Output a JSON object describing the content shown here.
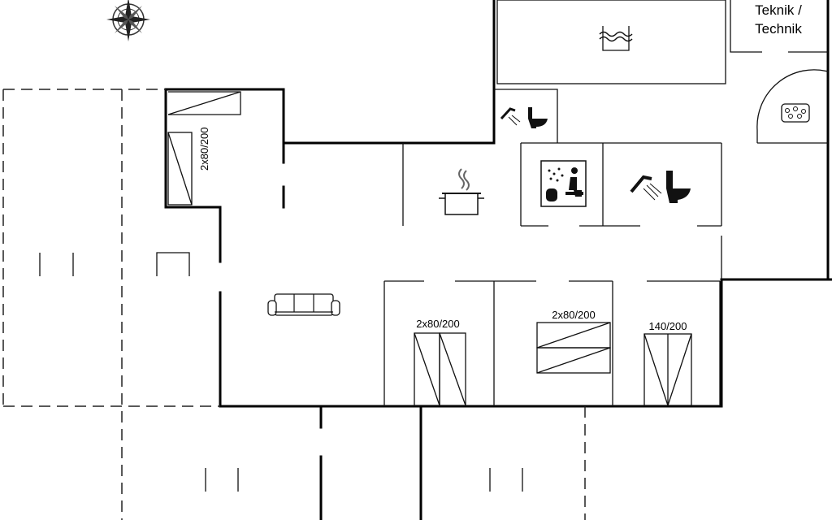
{
  "rooms": {
    "technik_line1": "Teknik /",
    "technik_line2": "Technik"
  },
  "beds": {
    "upper_left": "2x80/200",
    "bedroom_left": "2x80/200",
    "bedroom_middle": "2x80/200",
    "bedroom_right": "140/200"
  },
  "icons": {
    "compass": "compass-rose-icon",
    "pool": "pool-icon",
    "spa": "whirlpool-icon",
    "kitchen": "cooking-pot-icon",
    "sauna": "sauna-icon",
    "toilet_shower": "shower-toilet-icon",
    "sofa": "sofa-icon"
  }
}
